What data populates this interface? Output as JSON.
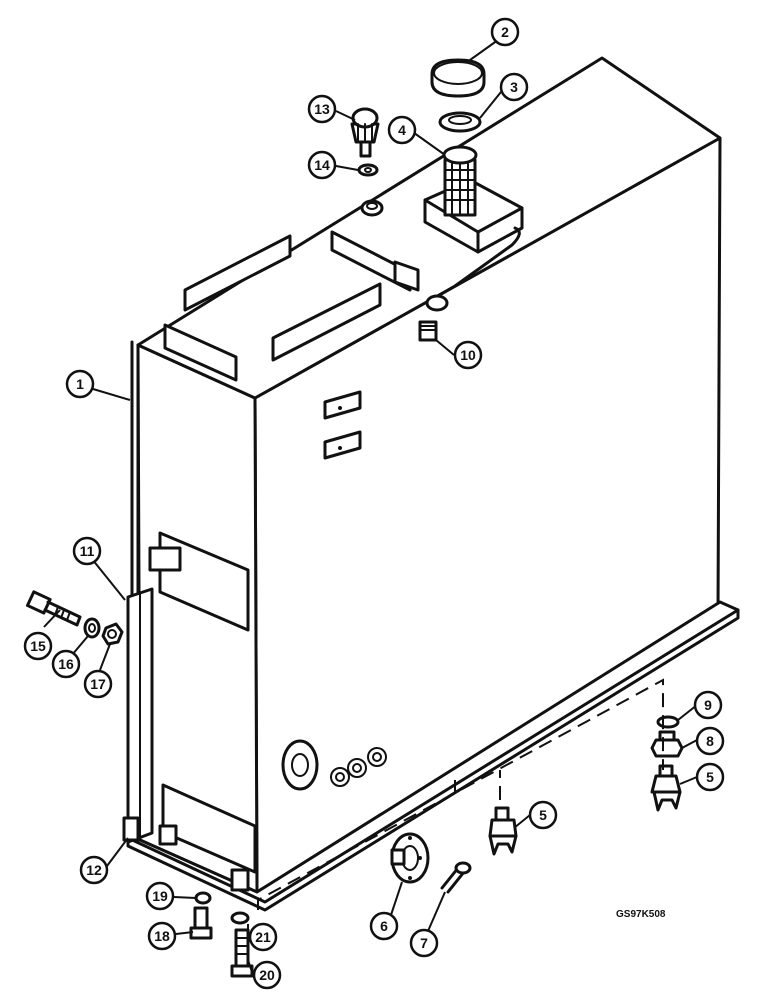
{
  "drawing_code": "GS97K508",
  "callouts": [
    "1",
    "2",
    "3",
    "4",
    "5",
    "5",
    "6",
    "7",
    "8",
    "9",
    "10",
    "11",
    "12",
    "13",
    "14",
    "15",
    "16",
    "17",
    "18",
    "19",
    "20",
    "21"
  ]
}
